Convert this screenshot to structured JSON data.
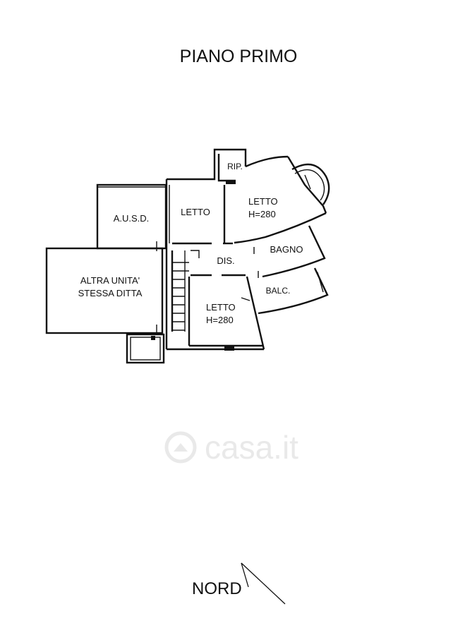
{
  "title": "PIANO PRIMO",
  "north_label": "NORD",
  "watermark": "casa.it",
  "rooms": {
    "ausd": "A.U.S.D.",
    "altra_line1": "ALTRA UNITA'",
    "altra_line2": "STESSA DITTA",
    "letto_small": "LETTO",
    "rip": "RIP.",
    "letto_ne_line1": "LETTO",
    "letto_ne_line2": "H=280",
    "bagno": "BAGNO",
    "dis": "DIS.",
    "balc": "BALC.",
    "letto_s_line1": "LETTO",
    "letto_s_line2": "H=280"
  },
  "colors": {
    "ink": "#111111",
    "watermark": "#dcdcdc"
  }
}
